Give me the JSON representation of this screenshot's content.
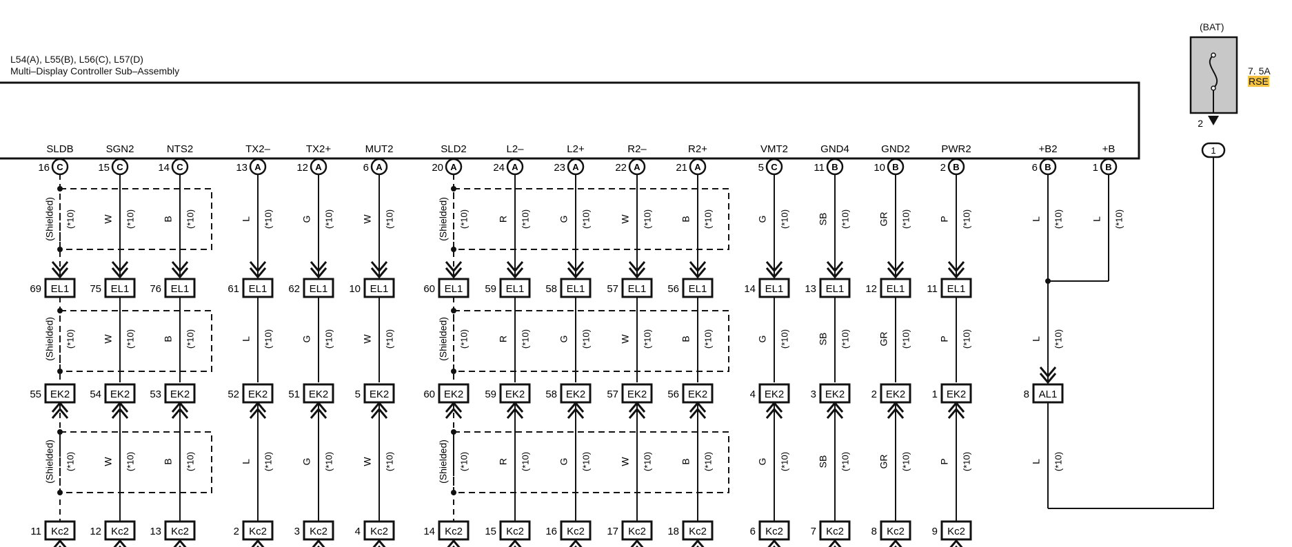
{
  "header": {
    "connector_ids": "L54(A), L55(B), L56(C), L57(D)",
    "assembly_name": "Multi–Display Controller Sub–Assembly"
  },
  "fuse": {
    "source": "(BAT)",
    "rating": "7. 5A",
    "name": "RSE",
    "pin": "2",
    "junction": "1",
    "wire_color": "L",
    "note": "(*10)"
  },
  "columns": [
    {
      "signal": "SLDB",
      "top_pin": "16",
      "top_conn": "C",
      "shield": true,
      "wire": "(Shielded)",
      "el1_pin": "69",
      "ek2_pin": "55",
      "kc2_pin": "11"
    },
    {
      "signal": "SGN2",
      "top_pin": "15",
      "top_conn": "C",
      "wire": "W",
      "el1_pin": "75",
      "ek2_pin": "54",
      "kc2_pin": "12"
    },
    {
      "signal": "NTS2",
      "top_pin": "14",
      "top_conn": "C",
      "wire": "B",
      "el1_pin": "76",
      "ek2_pin": "53",
      "kc2_pin": "13"
    },
    {
      "signal": "TX2–",
      "top_pin": "13",
      "top_conn": "A",
      "wire": "L",
      "el1_pin": "61",
      "ek2_pin": "52",
      "kc2_pin": "2"
    },
    {
      "signal": "TX2+",
      "top_pin": "12",
      "top_conn": "A",
      "wire": "G",
      "el1_pin": "62",
      "ek2_pin": "51",
      "kc2_pin": "3"
    },
    {
      "signal": "MUT2",
      "top_pin": "6",
      "top_conn": "A",
      "wire": "W",
      "el1_pin": "10",
      "ek2_pin": "5",
      "kc2_pin": "4"
    },
    {
      "signal": "SLD2",
      "top_pin": "20",
      "top_conn": "A",
      "shield": true,
      "wire": "(Shielded)",
      "el1_pin": "60",
      "ek2_pin": "60",
      "kc2_pin": "14"
    },
    {
      "signal": "L2–",
      "top_pin": "24",
      "top_conn": "A",
      "wire": "R",
      "el1_pin": "59",
      "ek2_pin": "59",
      "kc2_pin": "15"
    },
    {
      "signal": "L2+",
      "top_pin": "23",
      "top_conn": "A",
      "wire": "G",
      "el1_pin": "58",
      "ek2_pin": "58",
      "kc2_pin": "16"
    },
    {
      "signal": "R2–",
      "top_pin": "22",
      "top_conn": "A",
      "wire": "W",
      "el1_pin": "57",
      "ek2_pin": "57",
      "kc2_pin": "17"
    },
    {
      "signal": "R2+",
      "top_pin": "21",
      "top_conn": "A",
      "wire": "B",
      "el1_pin": "56",
      "ek2_pin": "56",
      "kc2_pin": "18"
    },
    {
      "signal": "VMT2",
      "top_pin": "5",
      "top_conn": "C",
      "wire": "G",
      "el1_pin": "14",
      "ek2_pin": "4",
      "kc2_pin": "6"
    },
    {
      "signal": "GND4",
      "top_pin": "11",
      "top_conn": "B",
      "wire": "SB",
      "el1_pin": "13",
      "ek2_pin": "3",
      "kc2_pin": "7"
    },
    {
      "signal": "GND2",
      "top_pin": "10",
      "top_conn": "B",
      "wire": "GR",
      "el1_pin": "12",
      "ek2_pin": "2",
      "kc2_pin": "8"
    },
    {
      "signal": "PWR2",
      "top_pin": "2",
      "top_conn": "B",
      "wire": "P",
      "el1_pin": "11",
      "ek2_pin": "1",
      "kc2_pin": "9"
    },
    {
      "signal": "+B2",
      "top_pin": "6",
      "top_conn": "B",
      "wire": "L",
      "al1_pin": "8",
      "kind": "b2"
    },
    {
      "signal": "+B",
      "top_pin": "1",
      "top_conn": "B",
      "wire": "L",
      "kind": "b"
    }
  ],
  "connectors": {
    "el1": "EL1",
    "ek2": "EK2",
    "kc2": "Kc2",
    "al1": "AL1"
  },
  "wire_note": "(*10)"
}
